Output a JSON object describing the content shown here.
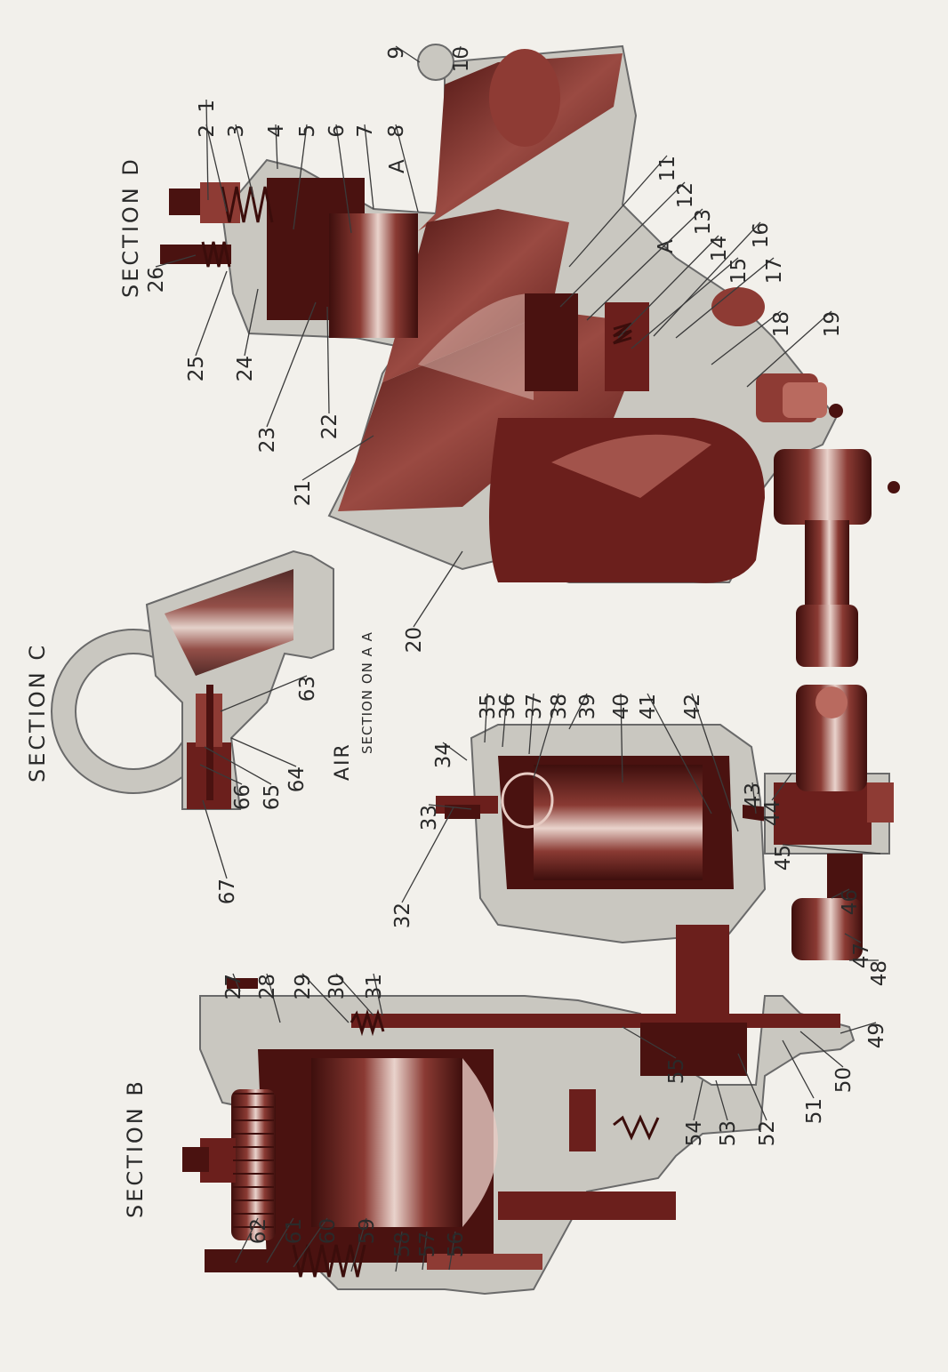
{
  "headings": {
    "section_b": "SECTION B",
    "section_c": "SECTION C",
    "section_d": "SECTION D",
    "section_aa": "SECTION ON A A",
    "air": "AIR",
    "a_top": "A",
    "a_bottom": "A"
  },
  "callouts": [
    "1",
    "2",
    "3",
    "4",
    "5",
    "6",
    "7",
    "8",
    "9",
    "10",
    "11",
    "12",
    "13",
    "14",
    "15",
    "16",
    "17",
    "18",
    "19",
    "20",
    "21",
    "22",
    "23",
    "24",
    "25",
    "26",
    "27",
    "28",
    "29",
    "30",
    "31",
    "32",
    "33",
    "34",
    "35",
    "36",
    "37",
    "38",
    "39",
    "40",
    "41",
    "42",
    "43",
    "44",
    "45",
    "46",
    "47",
    "48",
    "49",
    "50",
    "51",
    "52",
    "53",
    "54",
    "55",
    "56",
    "57",
    "58",
    "59",
    "60",
    "61",
    "62",
    "63",
    "64",
    "65",
    "66",
    "67"
  ],
  "colors": {
    "paper": "#f2f0eb",
    "casting": "#c9c7c0",
    "section_red": "#6b1f1c"
  }
}
